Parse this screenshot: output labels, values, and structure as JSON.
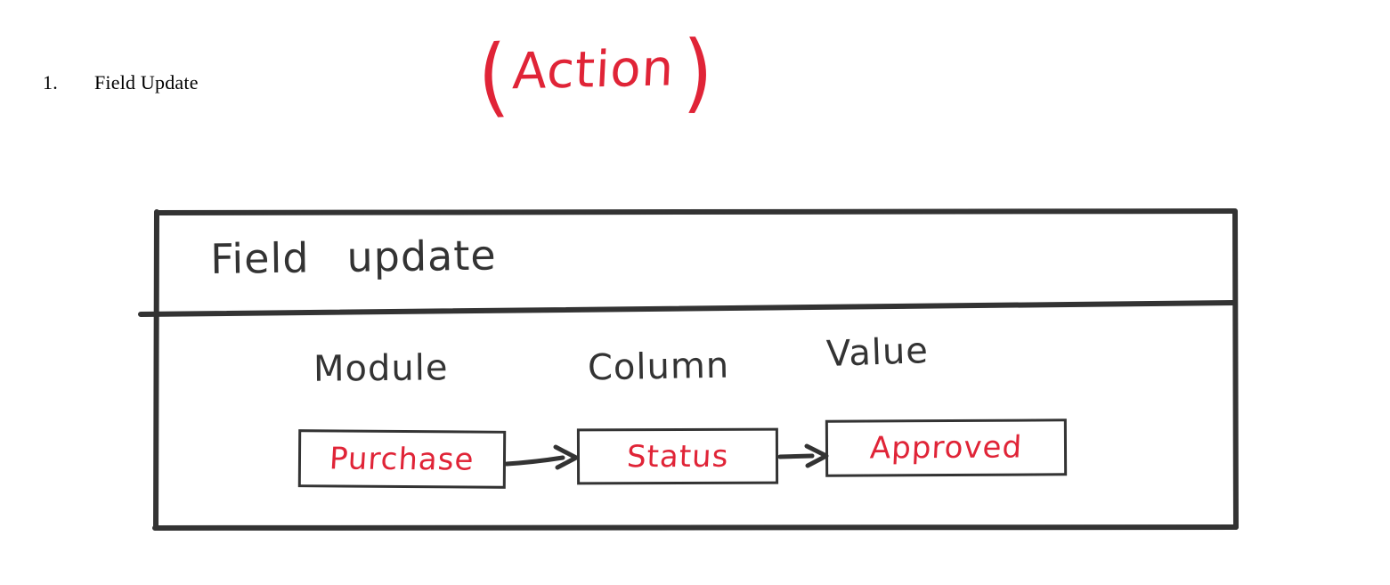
{
  "document": {
    "list_item": {
      "number": "1.",
      "label": "Field Update"
    },
    "annotation": {
      "open_paren": "(",
      "text": "Action",
      "close_paren": ")",
      "color": "#e02437"
    }
  },
  "diagram": {
    "title": {
      "word_one": "Field",
      "word_two": "update"
    },
    "ink_color": "#333333",
    "value_color": "#e02437",
    "headers": [
      {
        "id": "module",
        "label": "Module"
      },
      {
        "id": "column",
        "label": "Column"
      },
      {
        "id": "value",
        "label": "Value"
      }
    ],
    "nodes": [
      {
        "id": "module-box",
        "label": "Purchase"
      },
      {
        "id": "column-box",
        "label": "Status"
      },
      {
        "id": "value-box",
        "label": "Approved"
      }
    ],
    "connectors": [
      {
        "id": "arrow-purchase-to-status",
        "icon": "arrow-right-icon"
      },
      {
        "id": "arrow-status-to-approved",
        "icon": "arrow-right-icon"
      }
    ]
  }
}
